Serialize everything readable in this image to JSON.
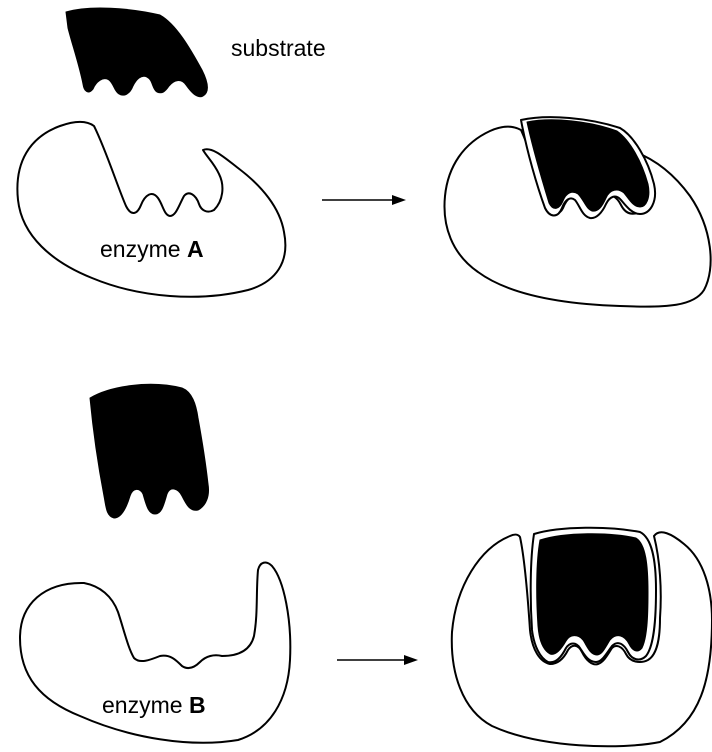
{
  "labels": {
    "substrate": "substrate",
    "enzyme_a_prefix": "enzyme",
    "enzyme_a_letter": "A",
    "enzyme_b_prefix": "enzyme",
    "enzyme_b_letter": "B"
  },
  "colors": {
    "outline": "#000000",
    "substrate_fill": "#000000",
    "enzyme_fill": "#ffffff"
  }
}
